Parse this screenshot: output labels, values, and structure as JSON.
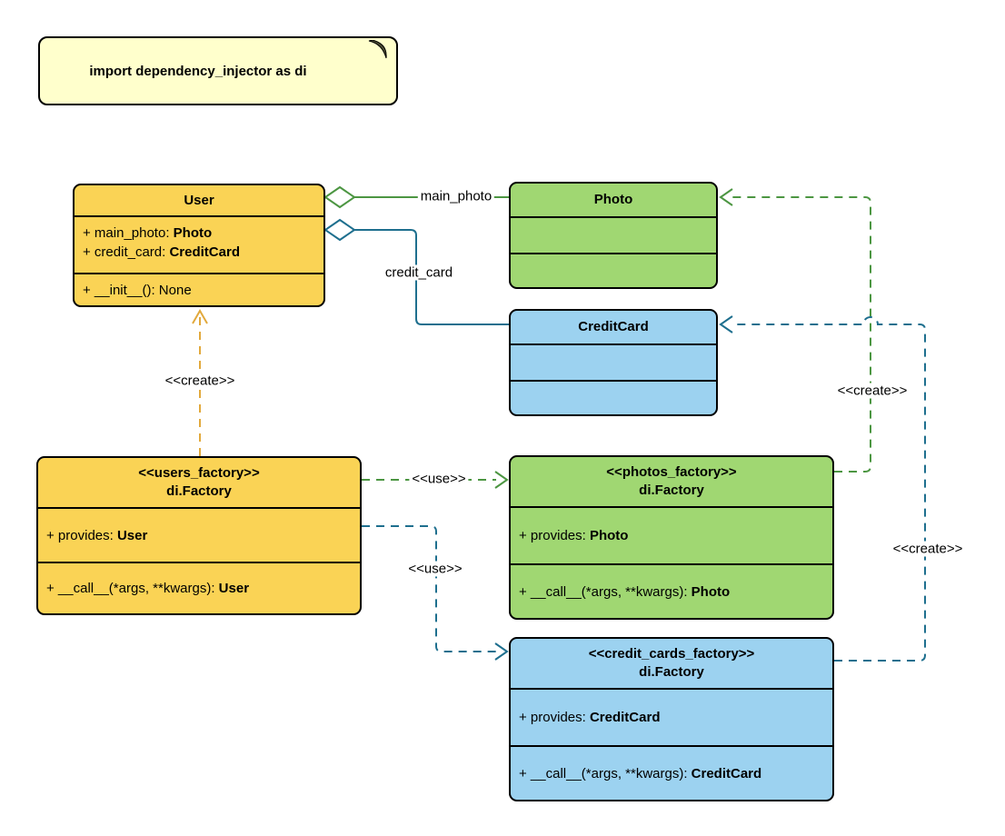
{
  "palette": {
    "note_fill": "#FFFFCC",
    "yellow_fill": "#FAD355",
    "green_fill": "#A0D772",
    "blue_fill": "#9CD2F0",
    "yellow_stroke": "#E2A93C",
    "green_stroke": "#4C9642",
    "blue_stroke": "#1E6F8E",
    "border": "#000000"
  },
  "note": {
    "text": "import dependency_injector as di"
  },
  "classes": {
    "user": {
      "title": "User",
      "attributes": [
        {
          "text": "+ main_photo: ",
          "type": "Photo"
        },
        {
          "text": "+ credit_card: ",
          "type": "CreditCard"
        }
      ],
      "methods": [
        {
          "text": "+ __init__(): ",
          "type": "None"
        }
      ]
    },
    "photo": {
      "title": "Photo"
    },
    "credit_card": {
      "title": "CreditCard"
    },
    "users_factory": {
      "stereotype": "<<users_factory>>",
      "title": "di.Factory",
      "attributes": [
        {
          "text": "+ provides: ",
          "type": "User"
        }
      ],
      "methods": [
        {
          "text": "+ __call__(*args, **kwargs): ",
          "type": "User"
        }
      ]
    },
    "photos_factory": {
      "stereotype": "<<photos_factory>>",
      "title": "di.Factory",
      "attributes": [
        {
          "text": "+ provides: ",
          "type": "Photo"
        }
      ],
      "methods": [
        {
          "text": "+ __call__(*args, **kwargs): ",
          "type": "Photo"
        }
      ]
    },
    "credit_cards_factory": {
      "stereotype": "<<credit_cards_factory>>",
      "title": "di.Factory",
      "attributes": [
        {
          "text": "+ provides: ",
          "type": "CreditCard"
        }
      ],
      "methods": [
        {
          "text": "+ __call__(*args, **kwargs): ",
          "type": "CreditCard"
        }
      ]
    }
  },
  "edges": {
    "main_photo": "main_photo",
    "credit_card": "credit_card",
    "create_user": "<<create>>",
    "create_photo": "<<create>>",
    "create_credit_card": "<<create>>",
    "use_photos": "<<use>>",
    "use_credit_cards": "<<use>>"
  }
}
